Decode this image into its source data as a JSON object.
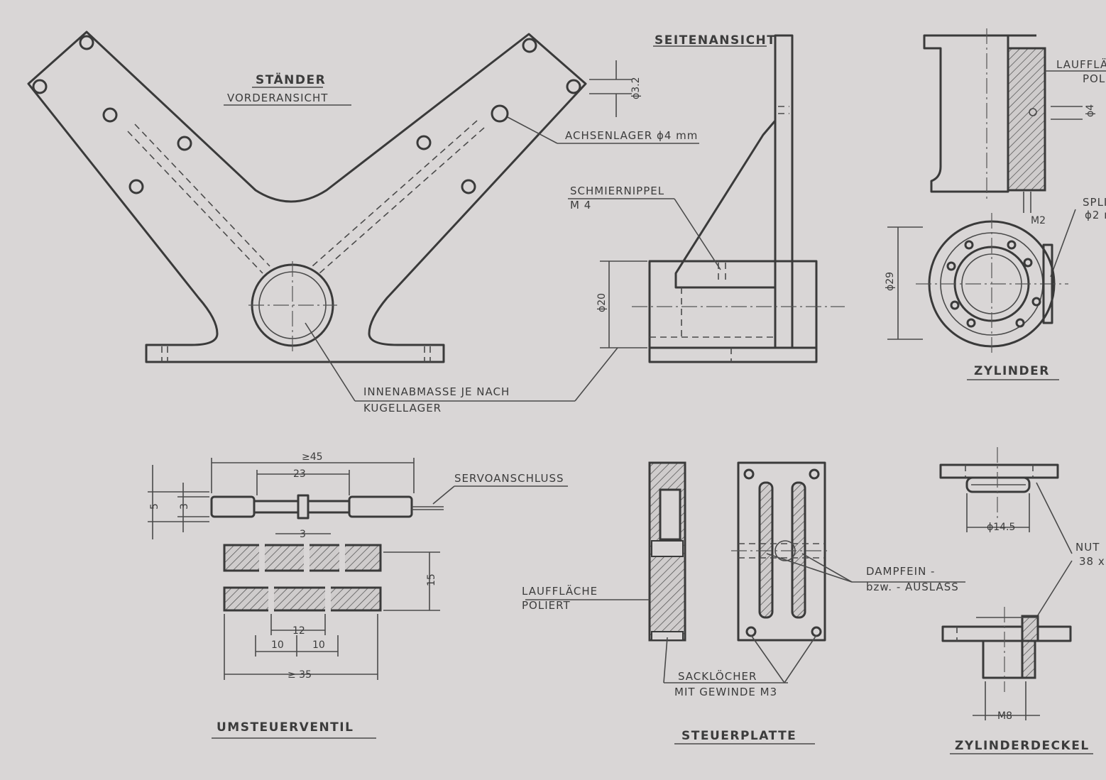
{
  "labels": {
    "staender_1": "STÄNDER",
    "staender_2": "VORDERANSICHT",
    "seitenansicht": "SEITENANSICHT",
    "achsenlager": "ACHSENLAGER ϕ4 mm",
    "dim_32": "ϕ3.2",
    "schmiernippel_1": "SCHMIERNIPPEL",
    "schmiernippel_2": "M 4",
    "dim_20": "ϕ20",
    "innenabmasse_1": "INNENABMASSE JE  NACH",
    "innenabmasse_2": "KUGELLAGER",
    "laufflaeche_top_1": "LAUFFLÄ",
    "laufflaeche_top_2": "POLI",
    "dim_4": "ϕ4",
    "dim_m2": "M2",
    "split_1": "SPLI",
    "split_2": "ϕ2 m",
    "dim_29": "ϕ29",
    "zylinder": "ZYLINDER",
    "dim_45": "≥45",
    "dim_23": "23",
    "servoanschluss": "SERVOANSCHLUSS",
    "dim_5": "5",
    "dim_3a": "3",
    "dim_3b": "3",
    "dim_15": "15",
    "dim_12": "12",
    "dim_10a": "10",
    "dim_10b": "10",
    "dim_35": "≥ 35",
    "umsteuerventil": "UMSTEUERVENTIL",
    "laufflaeche_1": "LAUFFLÄCHE",
    "laufflaeche_2": "POLIERT",
    "dampfein_1": "DAMPFEIN -",
    "dampfein_2": "bzw.  - AUSLASS",
    "sackloecher_1": "SACKLÖCHER",
    "sackloecher_2": "MIT  GEWINDE M3",
    "steuerplatte": "STEUERPLATTE",
    "dim_145": "ϕ14.5",
    "nut_1": "NUT",
    "nut_2": "38 x",
    "dim_m8": "M8",
    "zylinderdeckel": "ZYLINDERDECKEL"
  }
}
